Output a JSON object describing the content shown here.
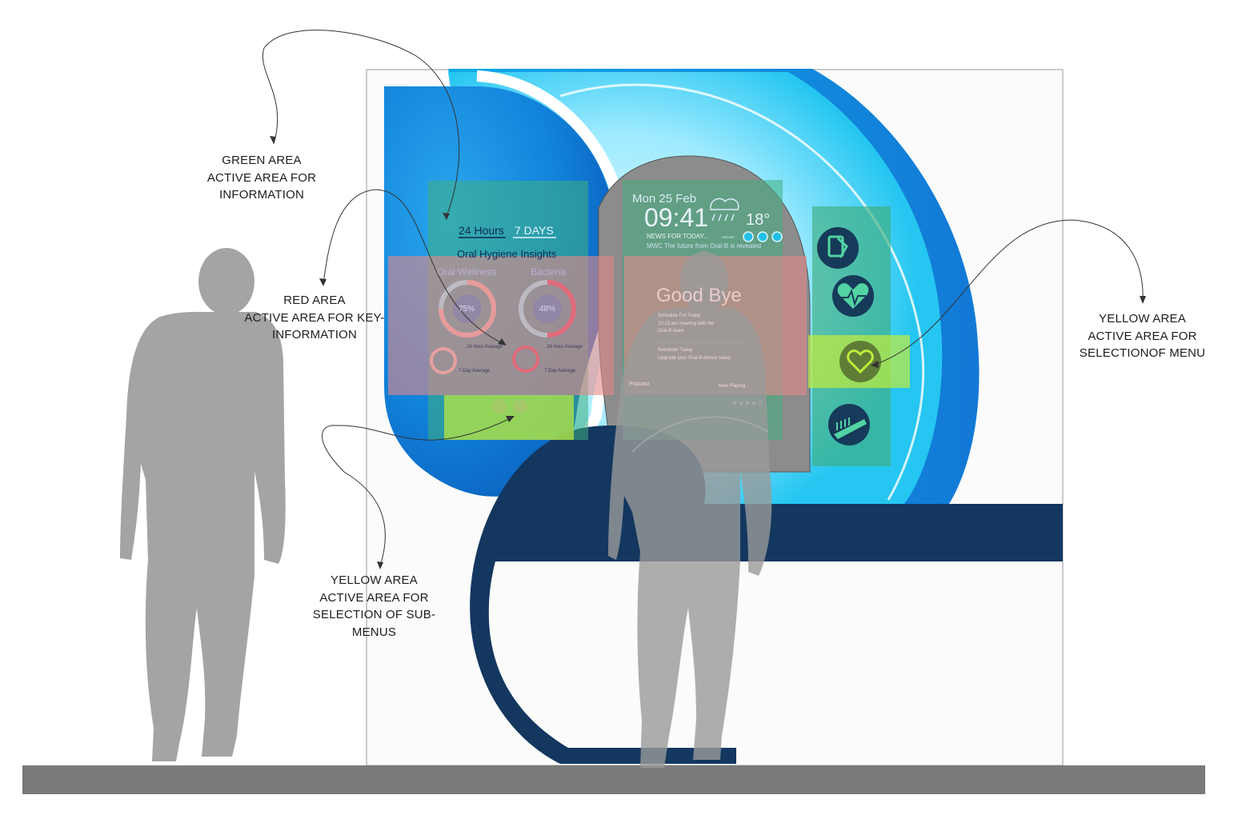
{
  "callouts": {
    "green": {
      "line1": "GREEN AREA",
      "line2": "ACTIVE AREA FOR",
      "line3": "INFORMATION"
    },
    "red": {
      "line1": "RED AREA",
      "line2": "ACTIVE AREA FOR KEY-",
      "line3": "INFORMATION"
    },
    "yellow_menu": {
      "line1": "YELLOW AREA",
      "line2": "ACTIVE AREA FOR",
      "line3": "SELECTIONOF MENU"
    },
    "yellow_sub": {
      "line1": "YELLOW AREA",
      "line2": "ACTIVE AREA FOR",
      "line3": "SELECTION OF SUB-",
      "line4": "MENUS"
    }
  },
  "left_panel": {
    "tab_24h": "24 Hours",
    "tab_7d": "7 DAYS",
    "title": "Oral Hygiene Insights",
    "metric1_label": "Oral Wellness",
    "metric2_label": "Bacteria",
    "metric1_value": "75%",
    "metric2_value": "48%",
    "avg1": "24 Hour Average",
    "avg2": "24 Hour Average",
    "avg3": "7 Day Average",
    "avg4": "7 Day Average"
  },
  "center_panel": {
    "date": "Mon 25 Feb",
    "time": "09:41",
    "temperature": "18°",
    "news_heading": "NEWS FOR TODAY...",
    "news_update": "UPDATE",
    "news_text": "MWC The future from Oral-B is revealed",
    "greeting": "Good Bye",
    "schedule_title": "Schedule For Today",
    "schedule_item": "10:15 am meeting with the",
    "schedule_item2": "Oral-B team",
    "reminder_title": "Reminder Today",
    "reminder_item": "Upgrade your Oral-B device today",
    "media_title": "Podcast",
    "media_status": "Now Playing"
  },
  "menu_icons": [
    "document-icon",
    "heart-rate-icon",
    "heart-icon",
    "toothbrush-icon"
  ],
  "colors": {
    "navy": "#13375f",
    "floor": "#7a7a7a",
    "silhouette": "#a4a4a4",
    "green_overlay": "#3fae7e",
    "red_overlay": "#e48888",
    "yellow_overlay": "#c2ec3c",
    "screen_blue": "#1976d2",
    "ring_cyan": "#3fd0f4"
  }
}
